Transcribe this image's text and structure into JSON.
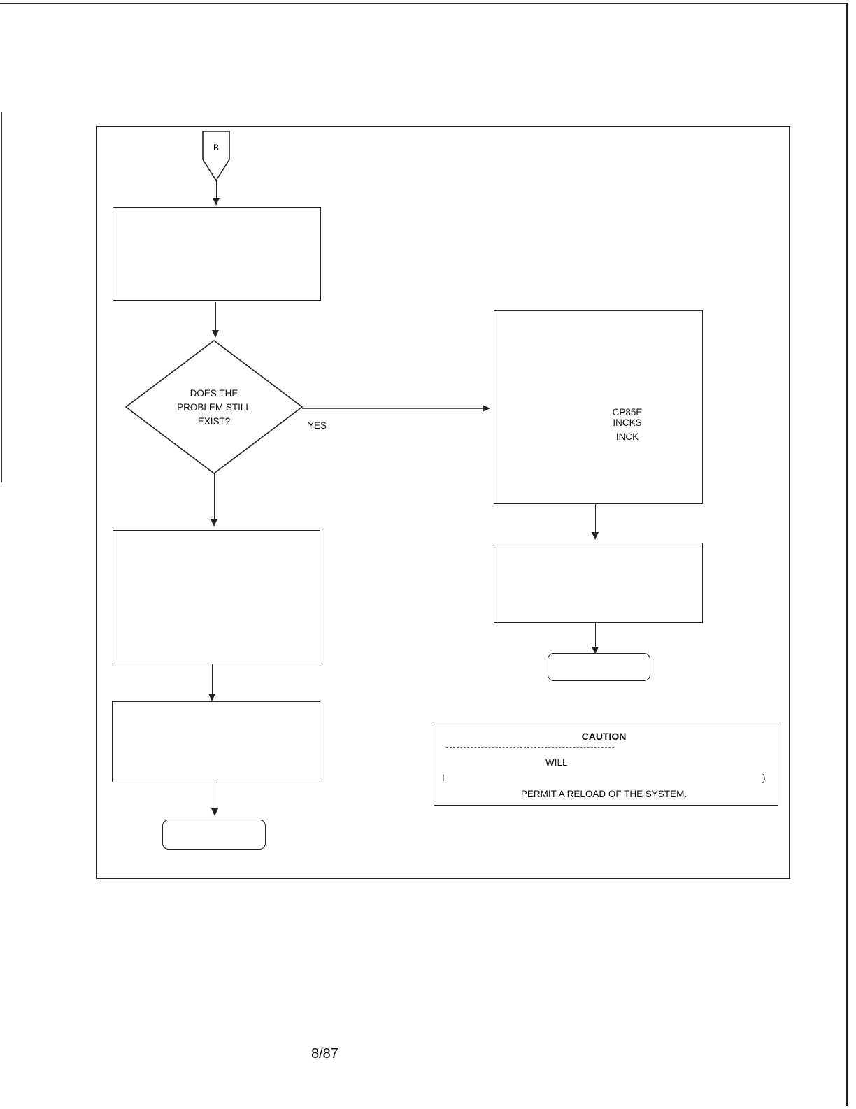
{
  "connector": {
    "label": "B"
  },
  "decision": {
    "lines": [
      "DOES THE",
      "PROBLEM STILL",
      "EXIST?"
    ],
    "yes_label": "YES"
  },
  "right_box": {
    "lines": [
      "CP85E",
      "INCKS",
      "INCK"
    ]
  },
  "caution": {
    "title": "CAUTION",
    "line1": "WILL",
    "line2_left": "I",
    "line2_right": ")",
    "line3": "PERMIT A RELOAD OF THE SYSTEM."
  },
  "footer": {
    "page": "8/87"
  }
}
